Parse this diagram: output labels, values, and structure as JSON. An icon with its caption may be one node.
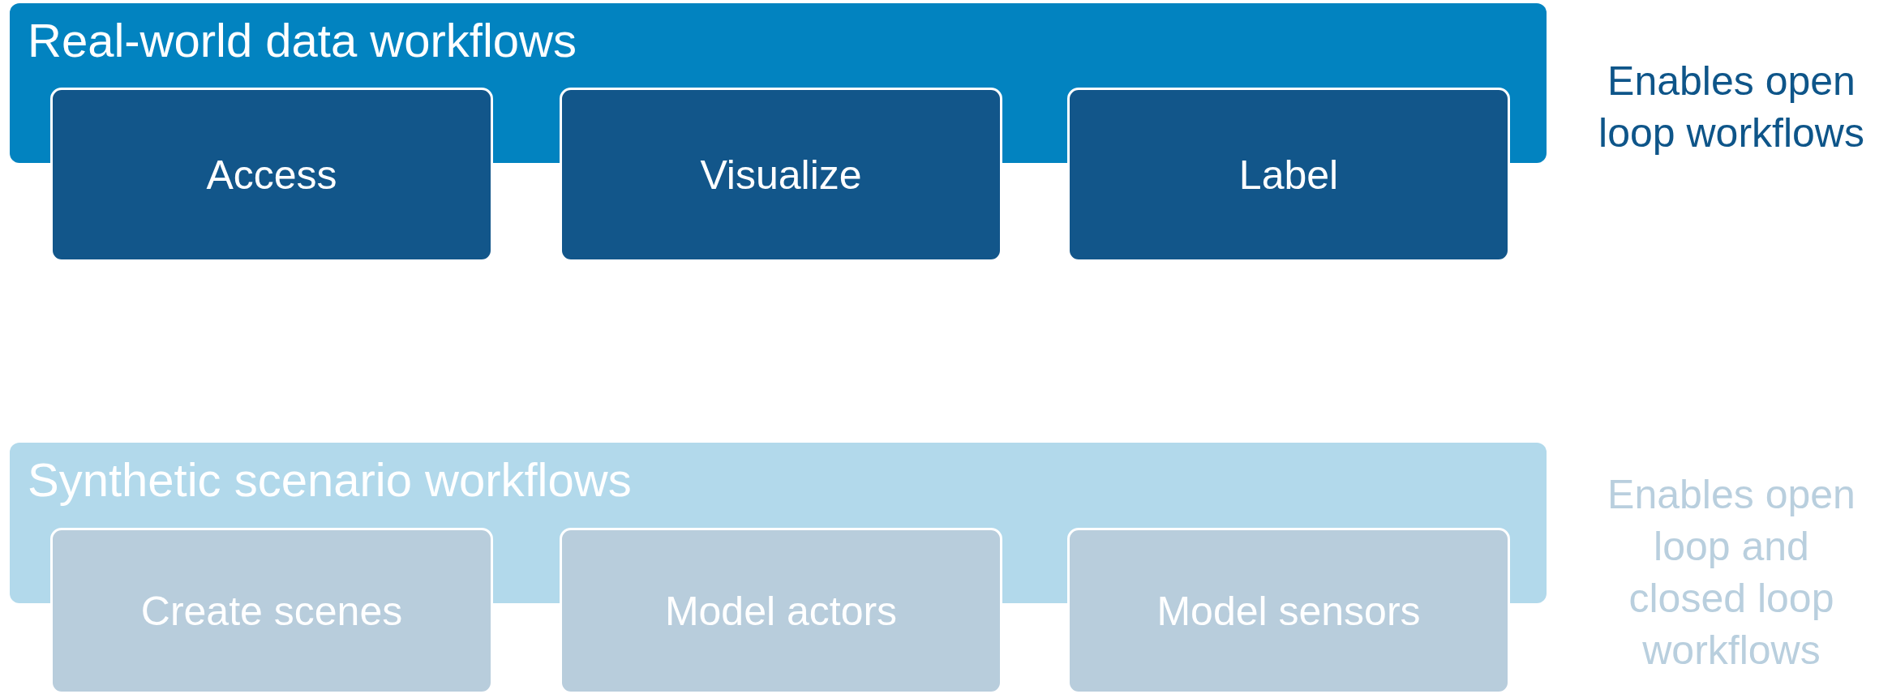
{
  "diagram": {
    "nodes": [
      {
        "text": [
          "Real-world data workflows"
        ],
        "beside": [
          "Enables open loop workflows"
        ]
      },
      {
        "text": [
          "Access"
        ]
      },
      {
        "text": [
          "Visualize"
        ]
      },
      {
        "text": [
          "Label"
        ]
      },
      {
        "text": [
          "Synthetic scenario workflows"
        ],
        "beside": [
          "Enables open loop and closed loop workflows"
        ]
      },
      {
        "text": [
          "Create scenes"
        ]
      },
      {
        "text": [
          "Model actors"
        ]
      },
      {
        "text": [
          "Model sensors"
        ]
      }
    ],
    "edges": []
  }
}
